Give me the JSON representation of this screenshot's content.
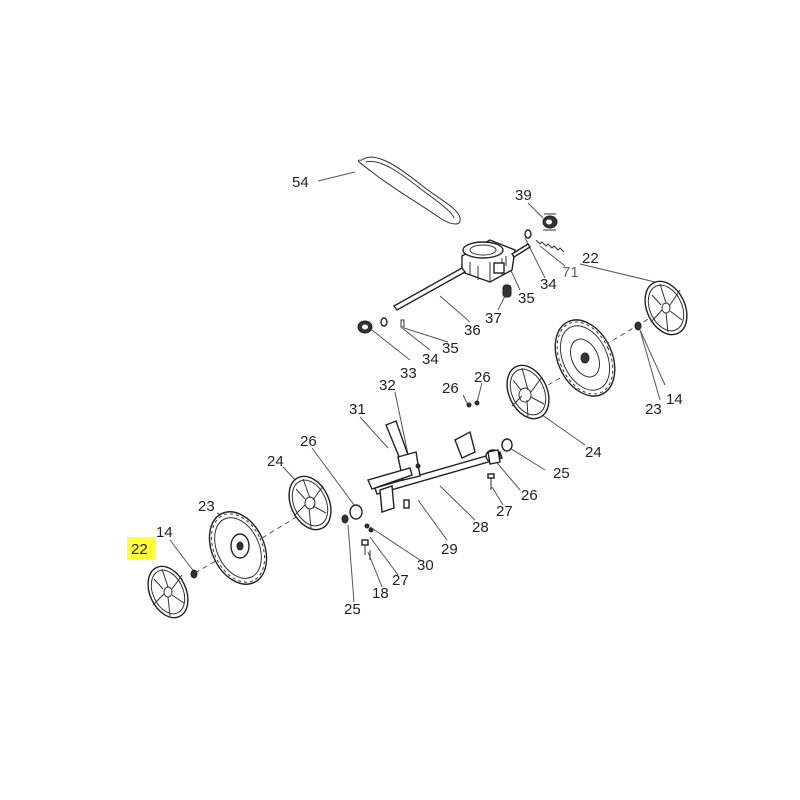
{
  "diagram": {
    "highlight_color": "#ffff33",
    "highlighted_part": "22",
    "labels": {
      "l54": "54",
      "l39": "39",
      "l22a": "22",
      "l71": "71",
      "l34a": "34",
      "l35a": "35",
      "l37": "37",
      "l36": "36",
      "l33": "33",
      "l34b": "34",
      "l35b": "35",
      "l32": "32",
      "l26a": "26",
      "l26b": "26",
      "l31": "31",
      "l26c": "26",
      "l24a": "24",
      "l23a": "23",
      "l14a": "14",
      "l24b": "24",
      "l25a": "25",
      "l26d": "26",
      "l27a": "27",
      "l28": "28",
      "l29": "29",
      "l30": "30",
      "l27b": "27",
      "l18": "18",
      "l25b": "25",
      "l23b": "23",
      "l14b": "14",
      "l22b": "22"
    }
  }
}
